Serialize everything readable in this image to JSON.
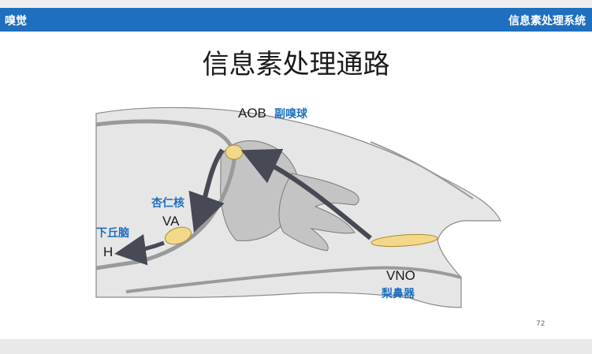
{
  "header": {
    "left_label": "嗅觉",
    "right_label": "信息素处理系统"
  },
  "slide": {
    "title": "信息素处理通路",
    "page_number": "72"
  },
  "diagram": {
    "labels": {
      "aob": "AOB",
      "aob_cn": "副嗅球",
      "amygdala_cn": "杏仁核",
      "va": "VA",
      "hypothalamus_cn": "下丘脑",
      "h": "H",
      "vno": "VNO",
      "vno_cn": "梨鼻器"
    },
    "colors": {
      "header_blue": "#1e6fbf",
      "label_blue": "#1e6fbf",
      "tissue_light": "#e6e6e6",
      "tissue_dark": "#c4c4c4",
      "organ_yellow": "#f2d98a",
      "arrow_gray": "#474a55"
    }
  }
}
